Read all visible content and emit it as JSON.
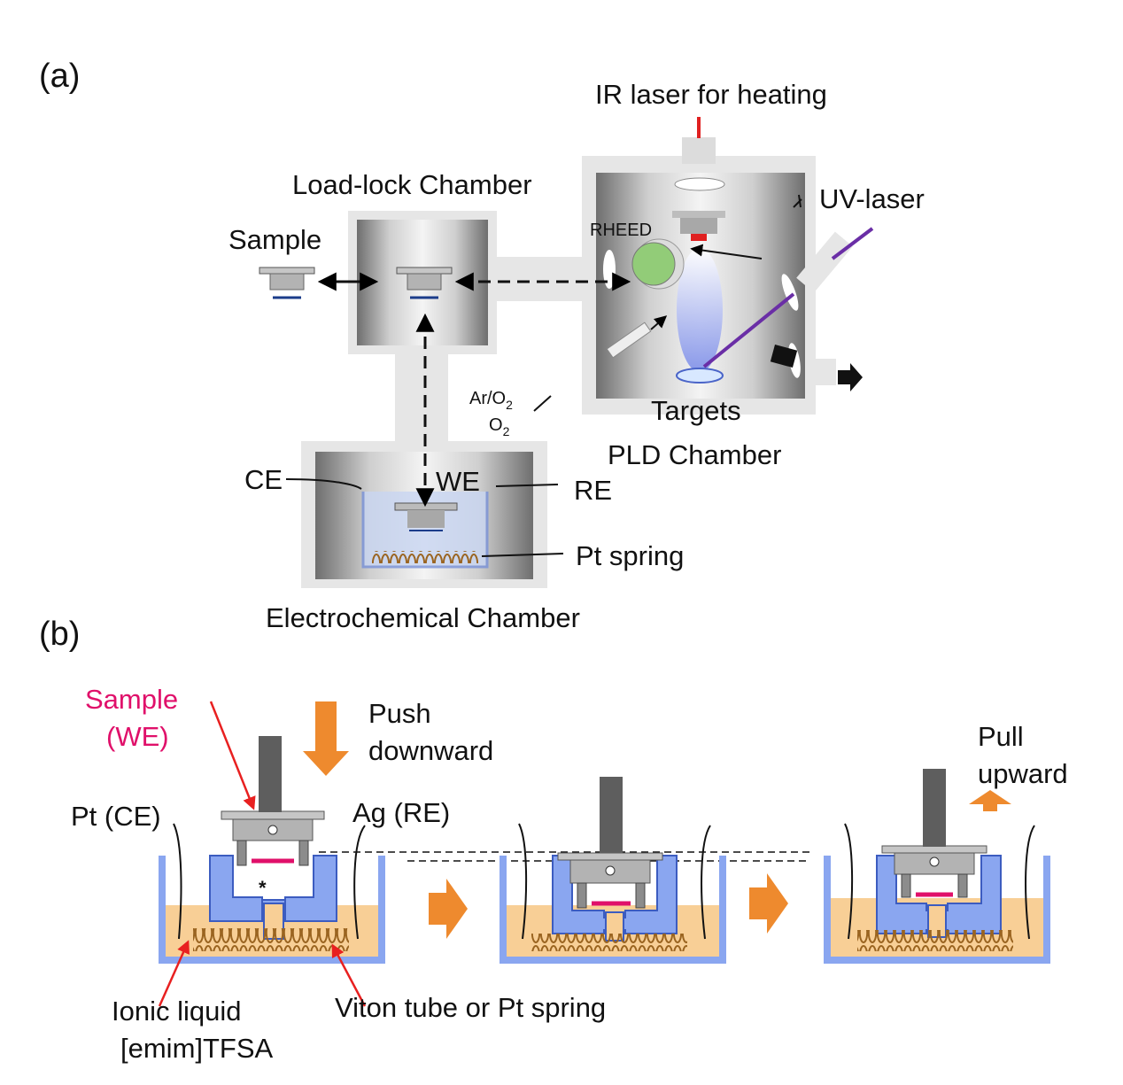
{
  "panel_a": {
    "tag": "(a)",
    "ir_laser": "IR laser for heating",
    "load_lock": "Load-lock Chamber",
    "uv_laser": "UV-laser",
    "sample": "Sample",
    "rheed": "RHEED",
    "gas": "Ar/O",
    "gas_sub": "2",
    "o2": "O",
    "o2_sub": "2",
    "targets": "Targets",
    "pld": "PLD Chamber",
    "ce": "CE",
    "we": "WE",
    "re": "RE",
    "pt_spring": "Pt spring",
    "echem": "Electrochemical Chamber"
  },
  "panel_b": {
    "tag": "(b)",
    "sample": "Sample",
    "sample_we": "(WE)",
    "push": "Push",
    "downward": "downward",
    "pull": "Pull",
    "upward": "upward",
    "pt_ce": "Pt (CE)",
    "ag_re": "Ag (RE)",
    "star": "*",
    "ionic1": "Ionic liquid",
    "ionic2": "[emim]TFSA",
    "viton": "Viton tube or Pt spring"
  },
  "colors": {
    "pink": "#e0106a",
    "orange": "#ee8a2e",
    "cell_blue": "#8aa6f0",
    "liquid": "#f8cf96",
    "laser_purple": "#6a2ea6",
    "ir_red": "#e02020",
    "rheed_green": "#92cc78"
  }
}
